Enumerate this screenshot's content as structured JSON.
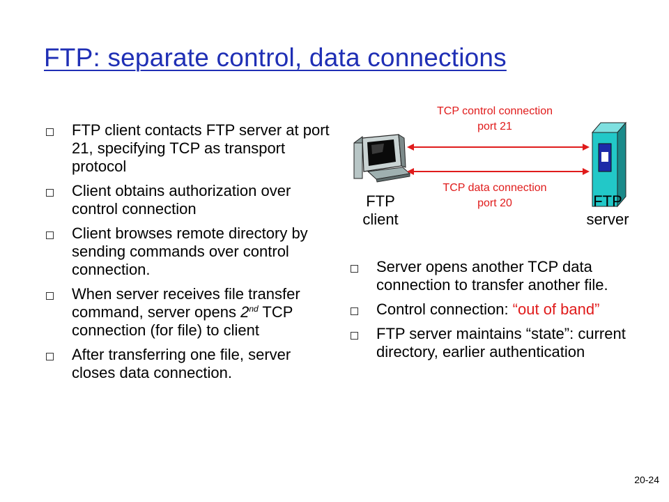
{
  "title": "FTP: separate control, data connections",
  "left_bullets": [
    "FTP client contacts FTP server at port 21, specifying TCP as transport protocol",
    "Client obtains authorization over control connection",
    "Client browses remote directory by sending commands over control connection.",
    {
      "a": "When server receives  file transfer command, server opens ",
      "b": "2",
      "sup": "nd",
      "c": " TCP connection (for file) to client"
    },
    "After transferring one file, server closes data connection."
  ],
  "diagram": {
    "control_label_1": "TCP control connection",
    "control_label_2": "port 21",
    "data_label_1": "TCP data connection",
    "data_label_2": "port 20",
    "client_label_1": "FTP",
    "client_label_2": "client",
    "server_label_1": "FTP",
    "server_label_2": "server",
    "client_icon": "computer-icon",
    "server_icon": "server-tower-icon"
  },
  "right_bullets": [
    "Server opens another TCP data connection to transfer another file.",
    {
      "a": "Control connection: ",
      "red": "“out of band”"
    },
    "FTP server maintains “state”: current directory, earlier authentication"
  ],
  "slide_number": "20-24",
  "colors": {
    "title": "#1f2fb5",
    "accent_red": "#e01b1b"
  }
}
